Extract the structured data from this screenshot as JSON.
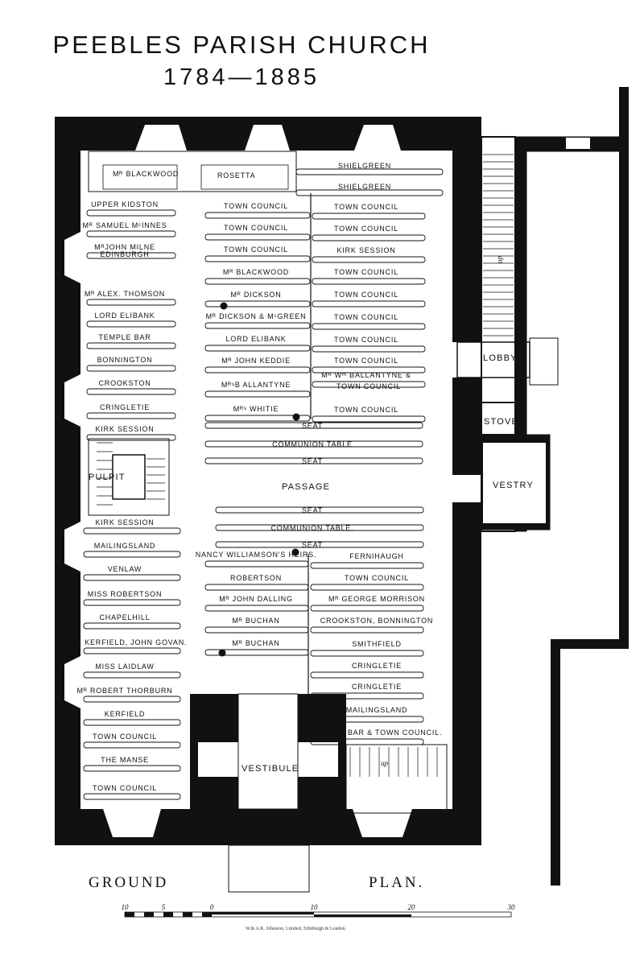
{
  "title": {
    "line1": "PEEBLES PARISH CHURCH",
    "line2": "1784—1885"
  },
  "rooms": {
    "lobby": "LOBBY",
    "stove": "STOVE",
    "vestry": "VESTRY",
    "pulpit": "PULPIT",
    "vestibule": "VESTIBULE",
    "passage": "PASSAGE"
  },
  "stairs": {
    "down": "dn",
    "up": "up"
  },
  "top_pews": {
    "blackwood": "Mᴿ BLACKWOOD",
    "rosetta": "ROSETTA",
    "shielgreen_1": "SHIELGREEN",
    "shielgreen_2": "SHIELGREEN"
  },
  "left_pews_upper": [
    "UPPER KIDSTON",
    "Mᴿ SAMUEL MᶜINNES",
    "MᴿJOHN MILNE",
    "Mᴿ ALEX. THOMSON",
    "LORD ELIBANK",
    "TEMPLE BAR",
    "BONNINGTON",
    "CROOKSTON",
    "CRINGLETIE",
    "KIRK SESSION"
  ],
  "milne_sub": "EDINBURGH",
  "left_pews_lower": [
    "KIRK SESSION",
    "MAILINGSLAND",
    "VENLAW",
    "MISS ROBERTSON",
    "CHAPELHILL",
    "KER. KERFIELD, JOHN GOVAN.",
    "MISS LAIDLAW",
    "Mᴿ ROBERT THORBURN",
    "KERFIELD",
    "TOWN COUNCIL",
    "THE MANSE",
    "TOWN COUNCIL"
  ],
  "center_left_upper": [
    "TOWN COUNCIL",
    "TOWN COUNCIL",
    "TOWN COUNCIL",
    "Mᴿ BLACKWOOD",
    "Mᴿ DICKSON",
    "Mᴿ DICKSON & MᶜGREEN",
    "LORD ELIBANK",
    "Mᴿ JOHN KEDDIE",
    "MᴿˢB ALLANTYNE",
    "Mᴿˢ WHITIE"
  ],
  "center_right_upper": [
    "TOWN COUNCIL",
    "TOWN COUNCIL",
    "KIRK SESSION",
    "TOWN COUNCIL",
    "TOWN COUNCIL",
    "TOWN COUNCIL",
    "TOWN COUNCIL",
    "TOWN COUNCIL",
    "Mᴿ Wᵐ BALLANTYNE &",
    "TOWN COUNCIL"
  ],
  "ballantyne_sub": "TOWN COUNCIL",
  "center_wide_upper": [
    "SEAT",
    "COMMUNION TABLE",
    "SEAT"
  ],
  "center_wide_lower": [
    "SEAT",
    "COMMUNION TABLE.",
    "SEAT"
  ],
  "center_left_lower": [
    "NANCY WILLIAMSON'S HEIRS.",
    "ROBERTSON",
    "Mᴿ JOHN DALLING",
    "Mᴿ BUCHAN",
    "Mᴿ BUCHAN"
  ],
  "center_right_lower": [
    "FERNIHAUGH",
    "TOWN COUNCIL",
    "Mᴿ GEORGE MORRISON",
    "CROOKSTON,  BONNINGTON",
    "SMITHFIELD",
    "CRINGLETIE",
    "CRINGLETIE",
    "MAILINGSLAND",
    "TEMPEE BAR & TOWN COUNCIL."
  ],
  "plan_label": {
    "left": "GROUND",
    "right": "PLAN."
  },
  "scale_ticks": [
    "10",
    "5",
    "0",
    "10",
    "20",
    "30"
  ],
  "publisher": "W.& A.K. Johnston, Limited, Edinburgh & London.",
  "colors": {
    "ink": "#111111",
    "paper": "#ffffff"
  }
}
